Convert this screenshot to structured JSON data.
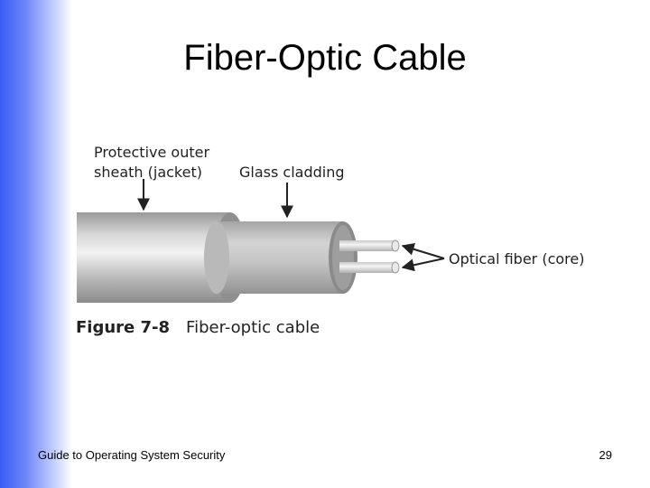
{
  "slide": {
    "title": "Fiber-Optic Cable",
    "footer": "Guide to Operating System Security",
    "page_number": "29"
  },
  "figure": {
    "callouts": {
      "jacket_line1": "Protective outer",
      "jacket_line2": "sheath (jacket)",
      "cladding": "Glass cladding",
      "core": "Optical fiber (core)"
    },
    "caption_number": "Figure 7-8",
    "caption_text": "Fiber-optic cable"
  },
  "colors": {
    "side_band": "#3a5cf5",
    "jacket": "#a9a9a9",
    "cladding": "#bdbdbd",
    "fiber": "#d9d9d9"
  }
}
